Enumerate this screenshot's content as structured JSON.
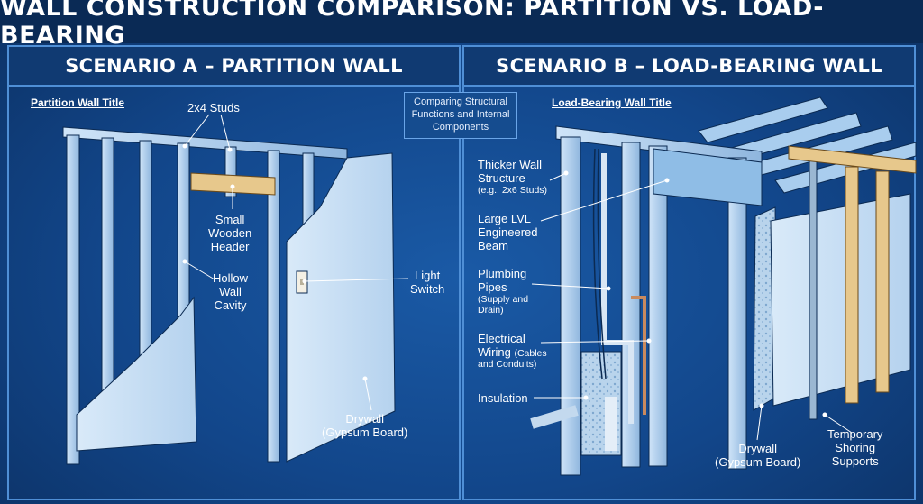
{
  "title": "WALL CONSTRUCTION COMPARISON: PARTITION VS. LOAD-BEARING",
  "center_note": [
    "Comparing Structural",
    "Functions and Internal",
    "Components"
  ],
  "scenario_a": {
    "heading": "SCENARIO A – PARTITION WALL",
    "subtitle": "Partition Wall Title",
    "labels": {
      "studs": "2x4 Studs",
      "header": [
        "Small",
        "Wooden",
        "Header"
      ],
      "cavity": [
        "Hollow",
        "Wall",
        "Cavity"
      ],
      "switch": [
        "Light",
        "Switch"
      ],
      "drywall": [
        "Drywall",
        "(Gypsum Board)"
      ]
    }
  },
  "scenario_b": {
    "heading": "SCENARIO B – LOAD-BEARING WALL",
    "subtitle": "Load-Bearing Wall Title",
    "labels": {
      "thicker": [
        "Thicker Wall",
        "Structure"
      ],
      "thicker_note": "(e.g., 2x6 Studs)",
      "beam": [
        "Large LVL",
        "Engineered",
        "Beam"
      ],
      "plumbing": [
        "Plumbing",
        "Pipes"
      ],
      "plumbing_note": [
        "(Supply and",
        "Drain)"
      ],
      "wiring": [
        "Electrical",
        "Wiring"
      ],
      "wiring_note": [
        "(Cables",
        "and Conduits)"
      ],
      "insulation": "Insulation",
      "drywall": [
        "Drywall",
        "(Gypsum Board)"
      ],
      "shoring": [
        "Temporary",
        "Shoring",
        "Supports"
      ]
    }
  }
}
